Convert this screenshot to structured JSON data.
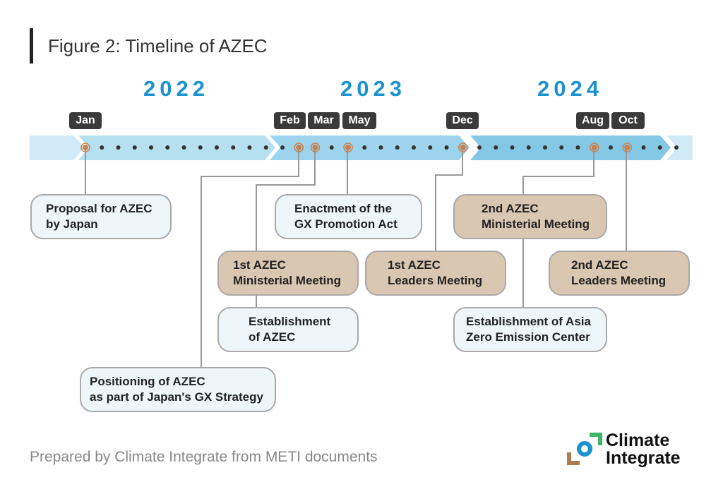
{
  "title": "Figure 2: Timeline of AZEC",
  "years": [
    "2022",
    "2023",
    "2024"
  ],
  "months": {
    "jan": "Jan",
    "feb": "Feb",
    "mar": "Mar",
    "may": "May",
    "dec": "Dec",
    "aug": "Aug",
    "oct": "Oct"
  },
  "events": {
    "proposal": [
      "Proposal for AZEC",
      "by Japan"
    ],
    "positioning": [
      "Positioning of AZEC",
      "as part of Japan's GX Strategy"
    ],
    "ministerial1": [
      "1st AZEC",
      "Ministerial Meeting"
    ],
    "establishment": [
      "Establishment",
      "of AZEC"
    ],
    "enactment": [
      "Enactment of the",
      "GX Promotion Act"
    ],
    "leaders1": [
      "1st AZEC",
      "Leaders Meeting"
    ],
    "ministerial2": [
      "2nd AZEC",
      "Ministerial Meeting"
    ],
    "center": [
      "Establishment of Asia",
      "Zero Emission Center"
    ],
    "leaders2": [
      "2nd AZEC",
      "Leaders Meeting"
    ]
  },
  "colors": {
    "band_start": "#d0eaf6",
    "band_2022": "#b6dff0",
    "band_2023": "#9dd3ec",
    "band_2024": "#84c8e6",
    "event_dot": "#c8814f",
    "year": "#1a93d0",
    "beige": "#d9c7b1"
  },
  "footer": "Prepared by Climate Integrate from METI documents",
  "logo": [
    "Climate",
    "Integrate"
  ]
}
